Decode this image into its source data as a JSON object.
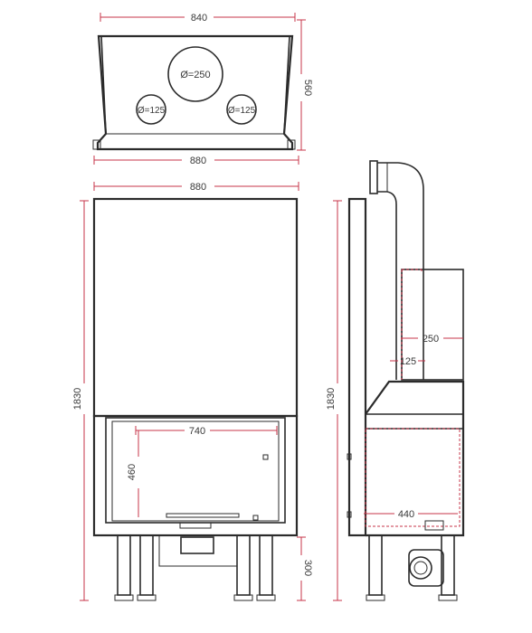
{
  "top_view": {
    "width_top": "840",
    "depth": "560",
    "width_bottom": "880",
    "flue_large": "Ø=250",
    "flue_left": "Ø=125",
    "flue_right": "Ø=125"
  },
  "front_view": {
    "width": "880",
    "height": "1830",
    "glass_width": "740",
    "glass_height": "460",
    "leg_height": "300"
  },
  "side_view": {
    "height": "1830",
    "flue_offset": "250",
    "flue_inner": "125",
    "base_depth": "440"
  },
  "colors": {
    "line": "#2b2b2b",
    "dimension": "#c7344a",
    "text": "#3a3a3a"
  }
}
